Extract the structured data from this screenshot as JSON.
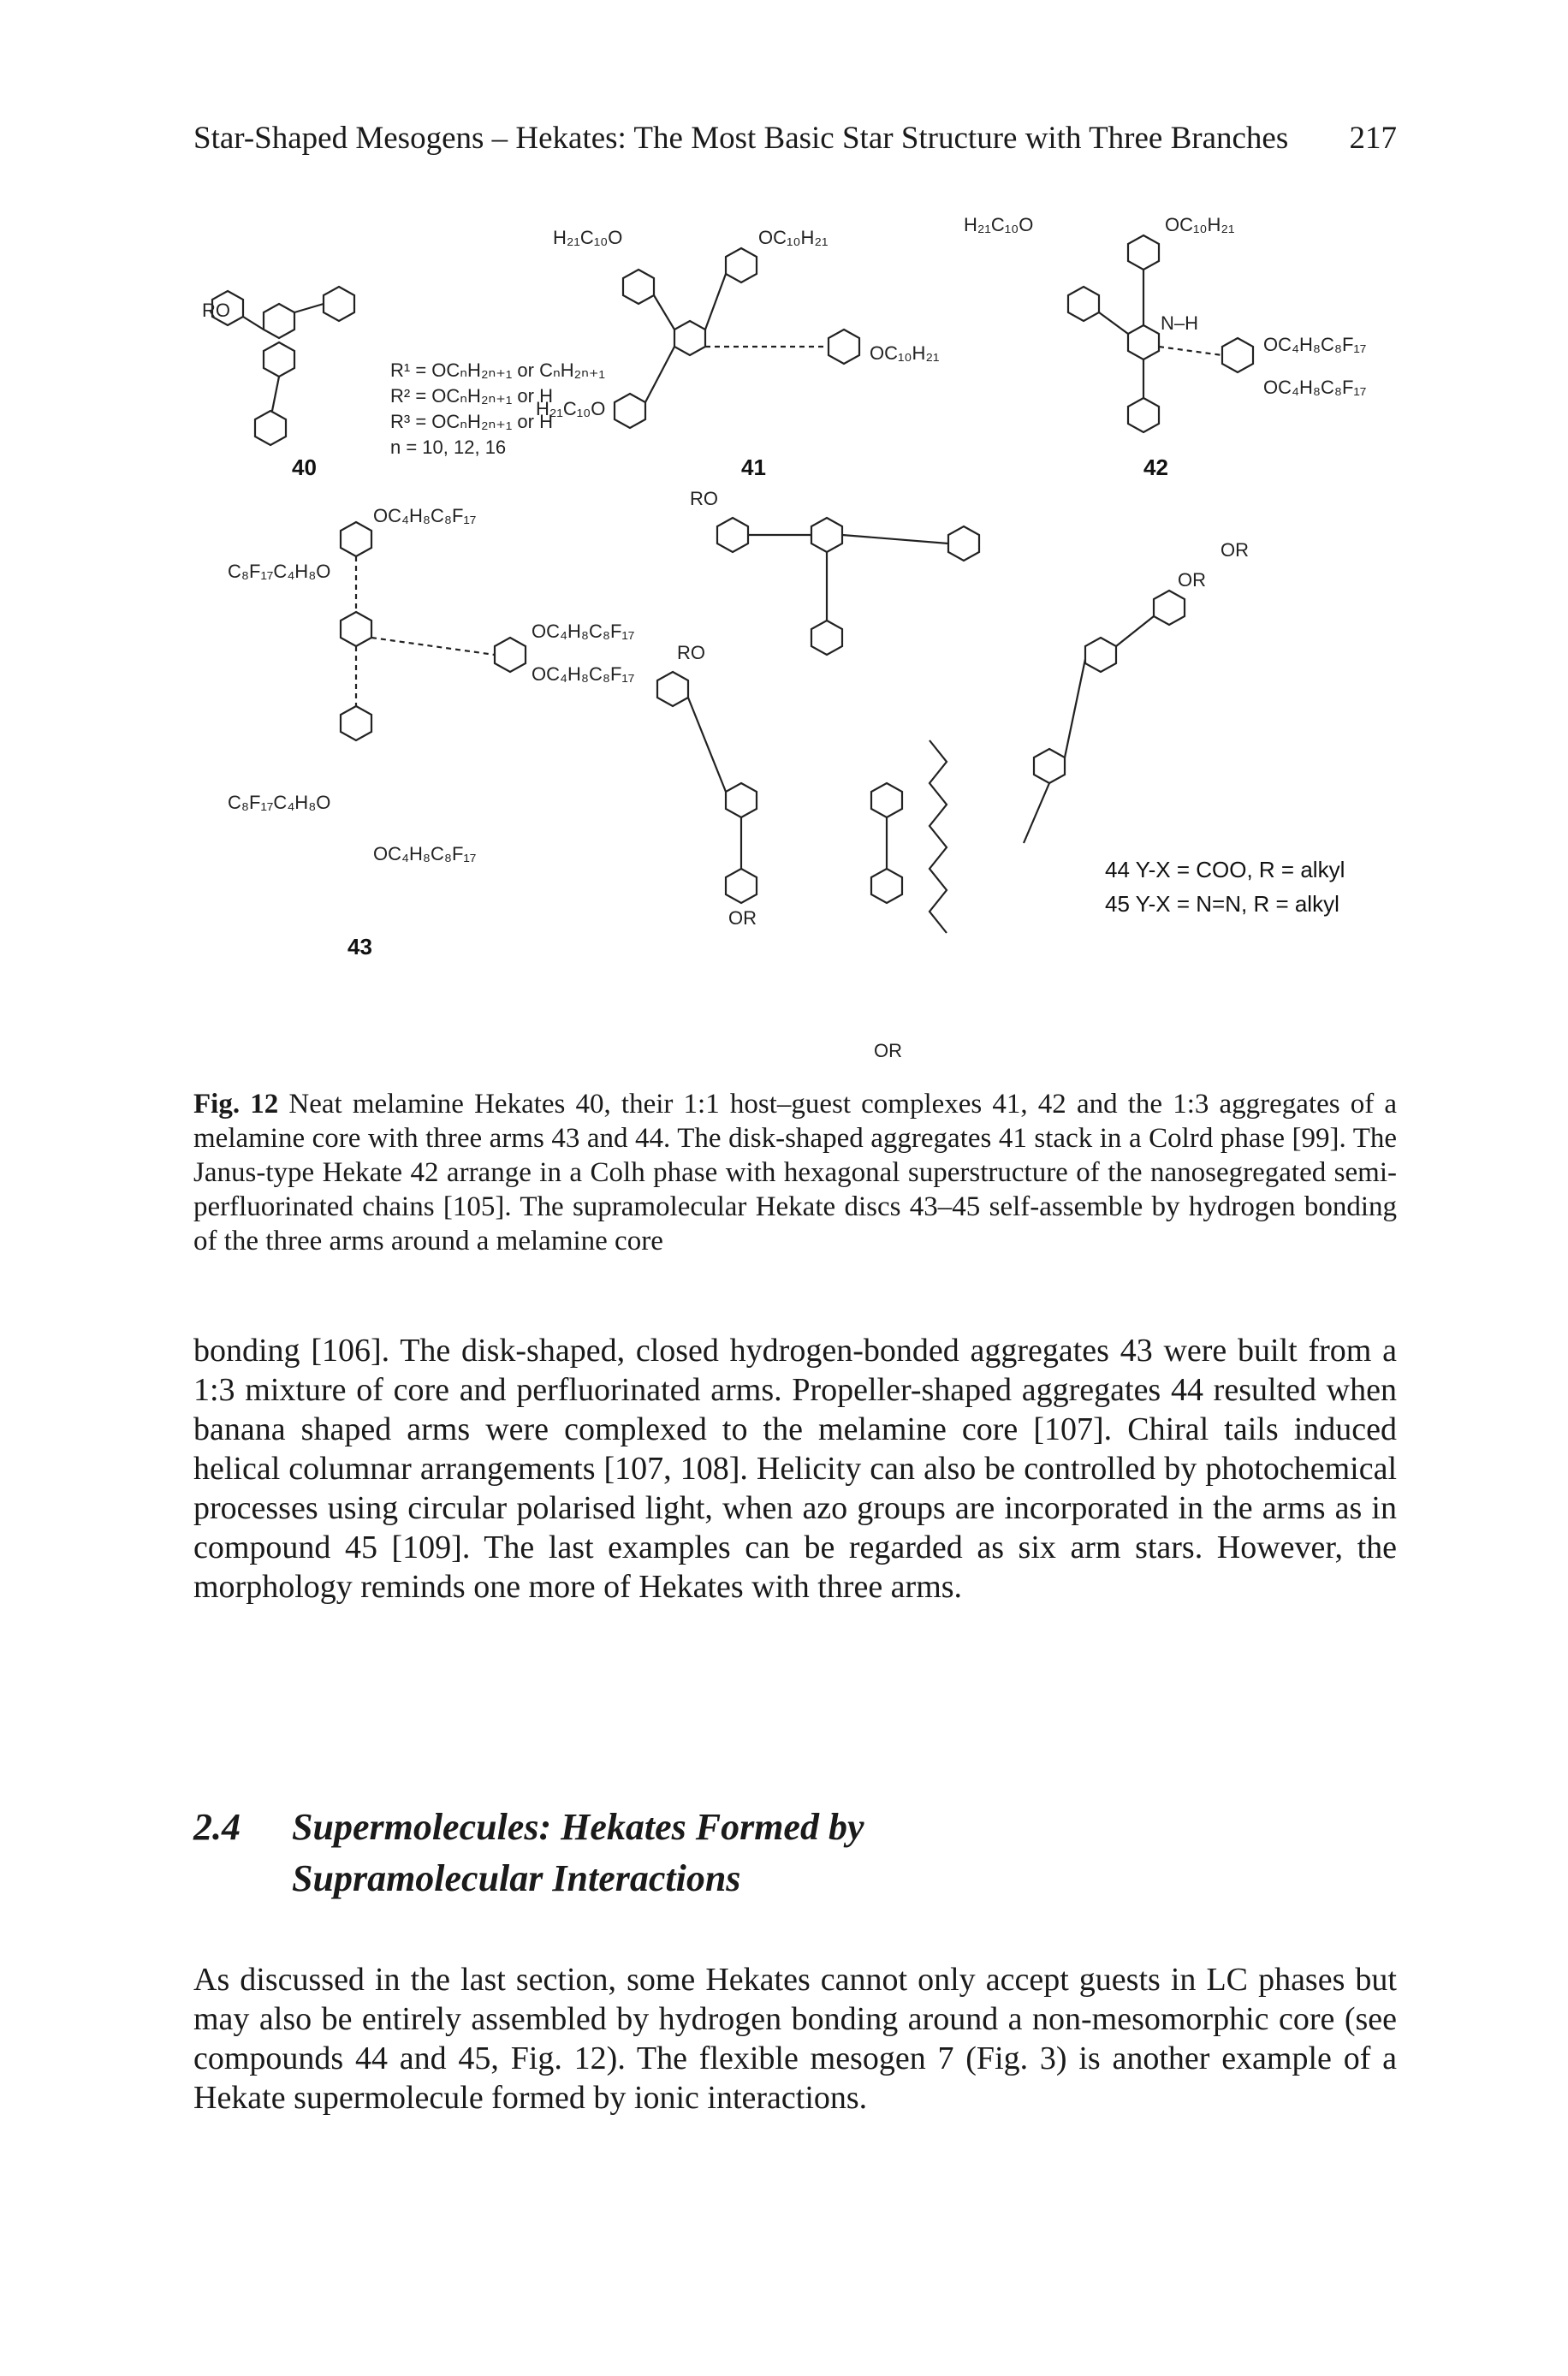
{
  "header": {
    "running_title": "Star-Shaped Mesogens – Hekates: The Most Basic Star Structure with Three Branches",
    "page_number": "217"
  },
  "figure": {
    "compound_labels": [
      "40",
      "41",
      "42",
      "43"
    ],
    "compound_40_legend": [
      "R¹ = OCₙH₂ₙ₊₁ or CₙH₂ₙ₊₁",
      "R² = OCₙH₂ₙ₊₁ or H",
      "R³ = OCₙH₂ₙ₊₁ or H",
      "n = 10, 12, 16"
    ],
    "compound_44_label": "44 Y-X = COO, R = alkyl",
    "compound_45_label": "45 Y-X = N=N, R = alkyl",
    "substituents": {
      "decyloxy": "OC₁₀H₂₁",
      "decyloxy_left": "H₂₁C₁₀O",
      "perfluoro": "OC₄H₈C₈F₁₇",
      "perfluoro_left": "C₈F₁₇C₄H₈O",
      "ro": "RO",
      "or": "OR",
      "nh": "N–H"
    }
  },
  "caption": {
    "fig_label": "Fig. 12",
    "text": "Neat melamine Hekates 40, their 1:1 host–guest complexes 41, 42 and the 1:3 aggregates of a melamine core with three arms 43 and 44. The disk-shaped aggregates 41 stack in a Colrd phase [99]. The Janus-type Hekate 42 arrange in a Colh phase with hexagonal superstructure of the nanosegregated semi-perfluorinated chains [105]. The supramolecular Hekate discs 43–45 self-assemble by hydrogen bonding of the three arms around a melamine core"
  },
  "paragraph1": "bonding [106]. The disk-shaped, closed hydrogen-bonded aggregates 43 were built from a 1:3 mixture of core and perfluorinated arms. Propeller-shaped aggregates 44 resulted when banana shaped arms were complexed to the melamine core [107]. Chiral tails induced helical columnar arrangements [107, 108]. Helicity can also be controlled by photochemical processes using circular polarised light, when azo groups are incorporated in the arms as in compound 45 [109]. The last examples can be regarded as six arm stars. However, the morphology reminds one more of Hekates with three arms.",
  "section": {
    "number": "2.4",
    "title_line1": "Supermolecules: Hekates Formed by",
    "title_line2": "Supramolecular Interactions"
  },
  "paragraph2": "As discussed in the last section, some Hekates cannot only accept guests in LC phases but may also be entirely assembled by hydrogen bonding around a non-mesomorphic core (see compounds 44 and 45, Fig. 12). The flexible mesogen 7 (Fig. 3) is another example of a Hekate supermolecule formed by ionic interactions."
}
